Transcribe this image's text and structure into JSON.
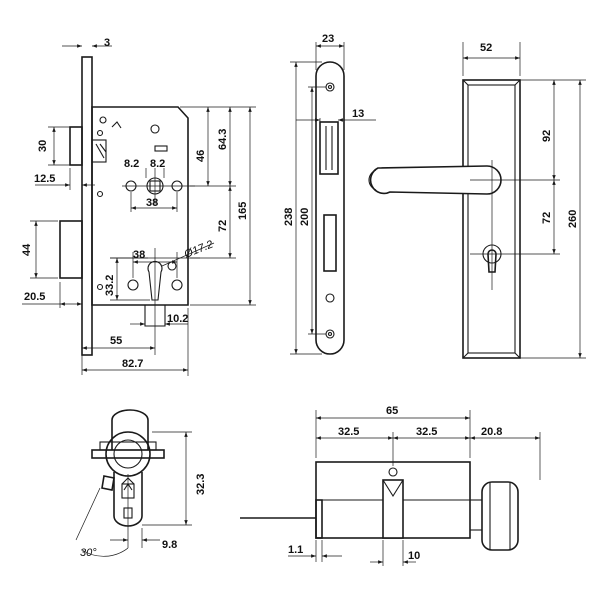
{
  "lock_body": {
    "dims": {
      "faceplate_thickness": "3",
      "latch_height": "30",
      "latch_projection": "12.5",
      "bolt_height": "44",
      "bolt_projection": "20.5",
      "offset_left": "8.2",
      "offset_right": "8.2",
      "spindle_width": "38",
      "spindle_to_top": "46",
      "spindle_to_top_total": "64.3",
      "center_distance": "72",
      "body_height": "165",
      "cylinder_width": "38",
      "diameter": "Ø17.2",
      "cylinder_height": "33.2",
      "cylinder_offset": "10.2",
      "backset": "55",
      "body_depth": "82.7"
    }
  },
  "faceplate": {
    "dims": {
      "width": "23",
      "latch_width": "13",
      "height_total": "238",
      "screw_distance": "200"
    }
  },
  "handle_plate": {
    "dims": {
      "width": "52",
      "top_to_handle": "92",
      "handle_to_key": "72",
      "height": "260"
    }
  },
  "cylinder_side": {
    "dims": {
      "height": "32.3",
      "cam_offset": "9.8",
      "angle": "30°"
    }
  },
  "cylinder_top": {
    "dims": {
      "total_length": "65",
      "left_half": "32.5",
      "right_half": "32.5",
      "knob_length": "20.8",
      "flange": "1.1",
      "cam_width": "10"
    }
  }
}
